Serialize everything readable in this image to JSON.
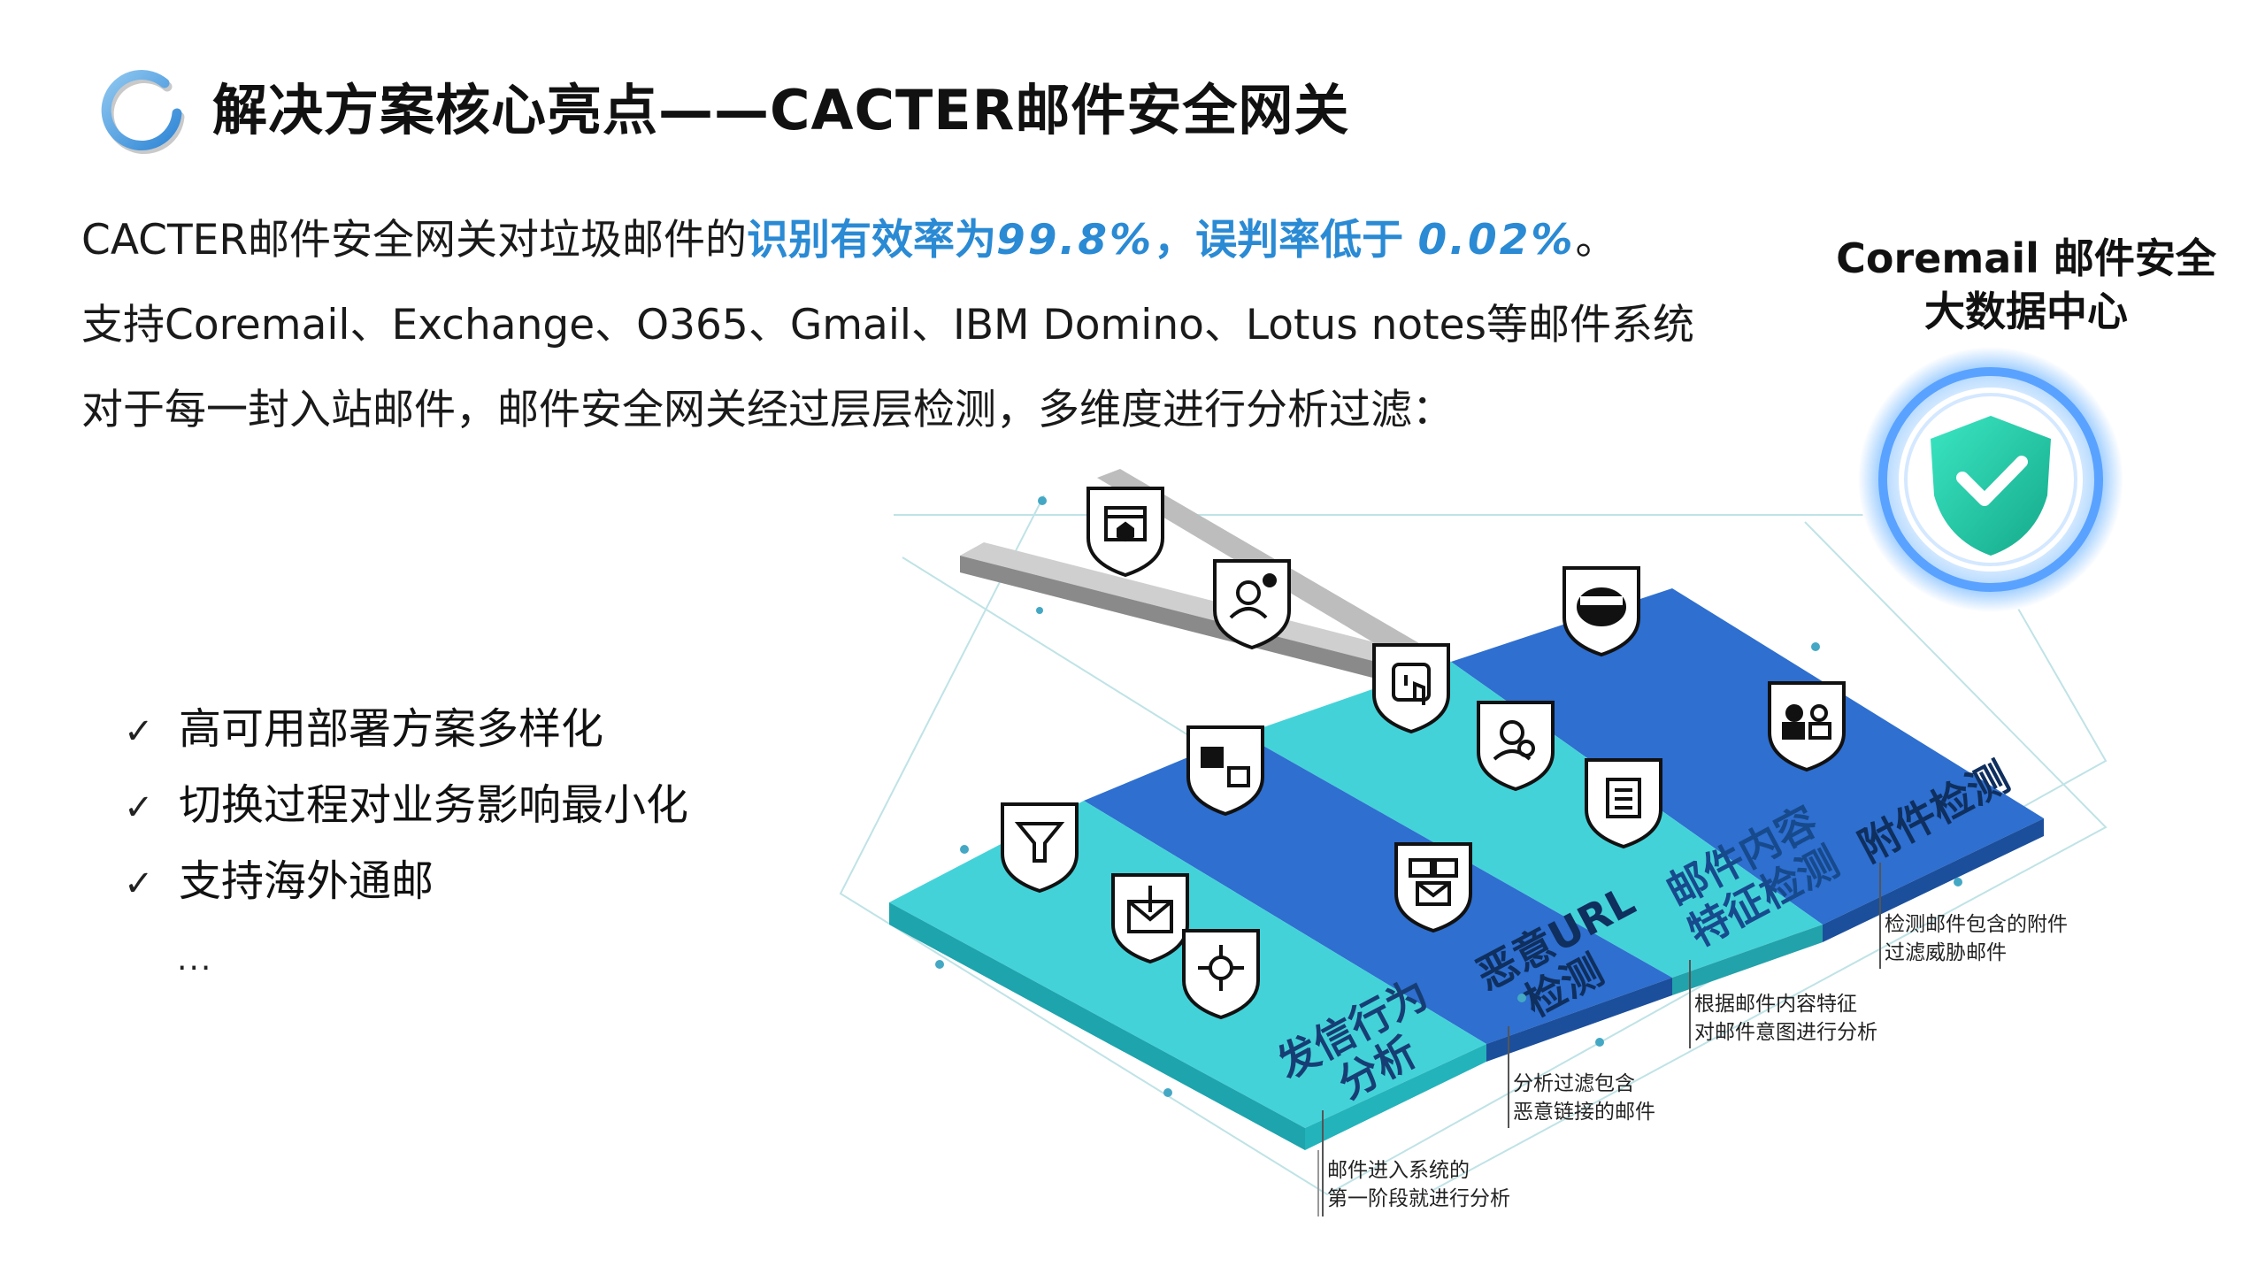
{
  "header": {
    "title": "解决方案核心亮点——CACTER邮件安全网关"
  },
  "intro": {
    "line1_prefix": "CACTER邮件安全网关对垃圾邮件的",
    "line1_highlight_a": "识别有效率为",
    "line1_value_a": "99.8%",
    "line1_highlight_b": "，误判率低于 ",
    "line1_value_b": "0.02%",
    "line1_suffix": "。",
    "line2": "支持Coremail、Exchange、O365、Gmail、IBM Domino、Lotus notes等邮件系统",
    "line3": "对于每一封入站邮件，邮件安全网关经过层层检测，多维度进行分析过滤："
  },
  "features": {
    "items": [
      "高可用部署方案多样化",
      "切换过程对业务影响最小化",
      "支持海外通邮"
    ],
    "more": "...",
    "check_symbol": "✓"
  },
  "data_center": {
    "title_line1": "Coremail 邮件安全",
    "title_line2": "大数据中心"
  },
  "zones": [
    {
      "label_line1": "发信行为",
      "label_line2": "分析",
      "desc_line1": "邮件进入系统的",
      "desc_line2": "第一阶段就进行分析",
      "color": "#44d2d9"
    },
    {
      "label_line1": "恶意URL",
      "label_line2": "检测",
      "desc_line1": "分析过滤包含",
      "desc_line2": "恶意链接的邮件",
      "color": "#2e6fd0"
    },
    {
      "label_line1": "邮件内容",
      "label_line2": "特征检测",
      "desc_line1": "根据邮件内容特征",
      "desc_line2": "对邮件意图进行分析",
      "color": "#44d2d9"
    },
    {
      "label_line1": "附件检测",
      "label_line2": "",
      "desc_line1": "检测邮件包含的附件",
      "desc_line2": "过滤威胁邮件",
      "color": "#2e6fd0"
    }
  ],
  "colors": {
    "accent": "#2a8ad4",
    "cyan": "#44d2d9",
    "blue": "#2e6fd0",
    "shield_green": "#22c7a0"
  },
  "icons": [
    "browser-icon",
    "user-alert-icon",
    "fingerprint-icon",
    "hacker-mask-icon",
    "thumbs-rating-icon",
    "user-search-icon",
    "document-list-icon",
    "user-pair-icon",
    "filter-funnel-icon",
    "mail-hook-icon",
    "mail-stack-icon",
    "virus-network-icon"
  ]
}
